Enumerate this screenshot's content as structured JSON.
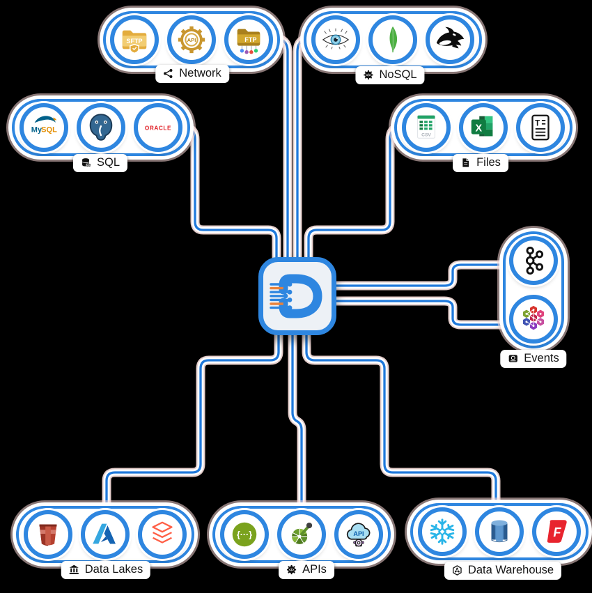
{
  "diagram": {
    "type": "hub-and-spoke data integration diagram",
    "hub": {
      "name": "data-hub-logo"
    },
    "colors": {
      "accent_blue": "#2e86e0",
      "line_blue": "#2079db",
      "line_halo": "#f5dcda",
      "chip_bg": "#ffffff",
      "background": "#000000"
    }
  },
  "groups": {
    "network": {
      "label": "Network",
      "label_icon": "share-network-icon",
      "items": [
        {
          "icon": "sftp-folder-icon",
          "text": "SFTP"
        },
        {
          "icon": "api-gear-icon",
          "text": "API"
        },
        {
          "icon": "ftp-folder-icon",
          "text": "FTP"
        }
      ]
    },
    "nosql": {
      "label": "NoSQL",
      "label_icon": "gear-code-icon",
      "items": [
        {
          "icon": "eye-database-icon"
        },
        {
          "icon": "mongodb-leaf-icon"
        },
        {
          "icon": "orca-whale-icon"
        }
      ]
    },
    "sql": {
      "label": "SQL",
      "label_icon": "database-cylinder-icon",
      "items": [
        {
          "icon": "mysql-icon",
          "text_my": "My",
          "text_sql": "SQL"
        },
        {
          "icon": "postgresql-elephant-icon"
        },
        {
          "icon": "oracle-icon",
          "text": "ORACLE"
        }
      ]
    },
    "files": {
      "label": "Files",
      "label_icon": "file-document-icon",
      "items": [
        {
          "icon": "csv-spreadsheet-icon",
          "text": "CSV"
        },
        {
          "icon": "excel-icon",
          "text": "X"
        },
        {
          "icon": "text-file-icon",
          "text": "T"
        }
      ]
    },
    "events": {
      "label": "Events",
      "label_icon": "camera-box-icon",
      "items": [
        {
          "icon": "kafka-icon"
        },
        {
          "icon": "hexagon-cluster-icon"
        }
      ]
    },
    "data_lakes": {
      "label": "Data Lakes",
      "label_icon": "bank-building-icon",
      "items": [
        {
          "icon": "s3-bucket-icon"
        },
        {
          "icon": "azure-icon"
        },
        {
          "icon": "databricks-layers-icon"
        }
      ]
    },
    "apis": {
      "label": "APIs",
      "label_icon": "gear-code-icon",
      "items": [
        {
          "icon": "json-braces-icon",
          "text": "{···}"
        },
        {
          "icon": "openapi-icon"
        },
        {
          "icon": "api-cloud-icon",
          "text": "API"
        }
      ]
    },
    "data_warehouse": {
      "label": "Data Warehouse",
      "label_icon": "hexagon-nodes-icon",
      "items": [
        {
          "icon": "snowflake-icon"
        },
        {
          "icon": "redshift-cylinder-icon"
        },
        {
          "icon": "firebolt-icon",
          "text": "F"
        }
      ]
    }
  },
  "connections": [
    {
      "from": "hub",
      "to": "network"
    },
    {
      "from": "hub",
      "to": "nosql"
    },
    {
      "from": "hub",
      "to": "sql"
    },
    {
      "from": "hub",
      "to": "files"
    },
    {
      "from": "hub",
      "to": "events-kafka"
    },
    {
      "from": "hub",
      "to": "events-hexagon-cluster"
    },
    {
      "from": "hub",
      "to": "data_lakes"
    },
    {
      "from": "hub",
      "to": "apis"
    },
    {
      "from": "hub",
      "to": "data_warehouse"
    }
  ]
}
